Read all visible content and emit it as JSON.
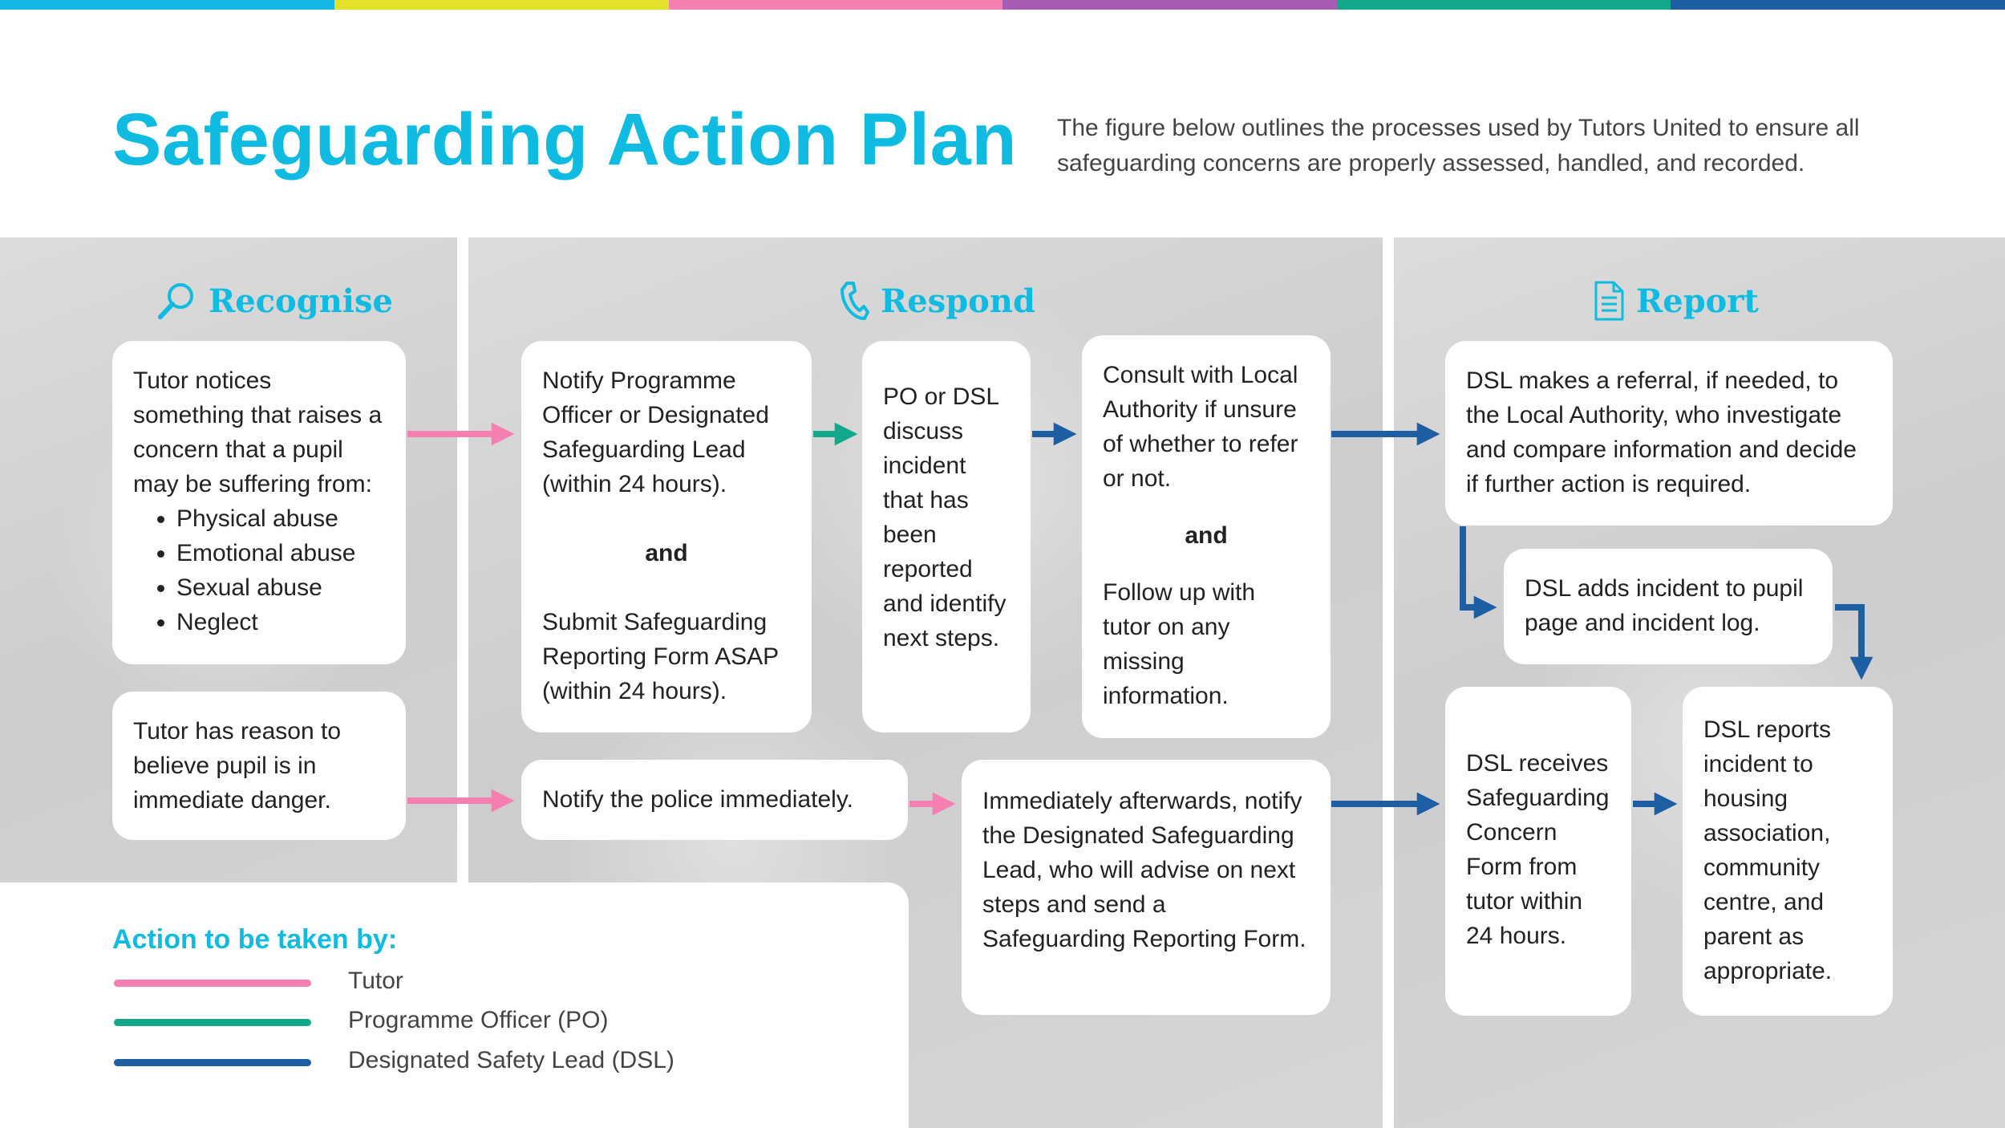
{
  "colors": {
    "accent": "#0fbbe0",
    "tutor": "#f57fb0",
    "po": "#14a88a",
    "dsl": "#1d5fa2",
    "stripes": [
      "#15b6e3",
      "#e4e12b",
      "#f57fb0",
      "#a45db3",
      "#14a88a",
      "#1d5fa2"
    ]
  },
  "header": {
    "title": "Safeguarding Action Plan",
    "subtitle": "The figure below outlines the processes used by Tutors United to ensure all safeguarding concerns are properly assessed, handled, and recorded."
  },
  "sections": {
    "recognise": {
      "label": "Recognise",
      "icon": "magnifier-icon"
    },
    "respond": {
      "label": "Respond",
      "icon": "phone-icon"
    },
    "report": {
      "label": "Report",
      "icon": "document-icon"
    }
  },
  "boxes": {
    "tutor_notices": {
      "text": "Tutor notices something that raises a concern that a pupil may be suffering from:",
      "bullets": [
        "Physical abuse",
        "Emotional abuse",
        "Sexual abuse",
        "Neglect"
      ]
    },
    "tutor_danger": {
      "text": "Tutor has reason to believe pupil is in immediate danger."
    },
    "notify_po": {
      "text1": "Notify Programme Officer or Designated Safeguarding Lead (within 24 hours).",
      "and": "and",
      "text2": "Submit Safeguarding Reporting Form ASAP (within 24 hours)."
    },
    "po_discuss": {
      "text": "PO or DSL discuss incident that has been reported and identify next steps."
    },
    "consult_la": {
      "text1": "Consult with Local Authority if unsure of whether to refer or not.",
      "and": "and",
      "text2": "Follow up with tutor on any missing information."
    },
    "notify_police": {
      "text": "Notify the police immediately."
    },
    "notify_dsl": {
      "text": "Immediately afterwards, notify the Designated Safeguarding Lead, who will advise on next steps and send a Safeguarding Reporting Form."
    },
    "dsl_referral": {
      "text": "DSL makes a referral, if needed, to the Local Authority, who investigate and compare information and decide if further action is required."
    },
    "dsl_adds": {
      "text": "DSL adds incident to pupil page and incident log."
    },
    "dsl_receives": {
      "text": "DSL receives Safeguarding Concern Form from tutor within 24 hours."
    },
    "dsl_reports": {
      "text": "DSL reports incident to housing association, community centre, and parent as appropriate."
    }
  },
  "legend": {
    "title": "Action to be taken by:",
    "items": [
      {
        "label": "Tutor",
        "color": "#f57fb0"
      },
      {
        "label": "Programme Officer (PO)",
        "color": "#14a88a"
      },
      {
        "label": "Designated Safety Lead (DSL)",
        "color": "#1d5fa2"
      }
    ]
  }
}
